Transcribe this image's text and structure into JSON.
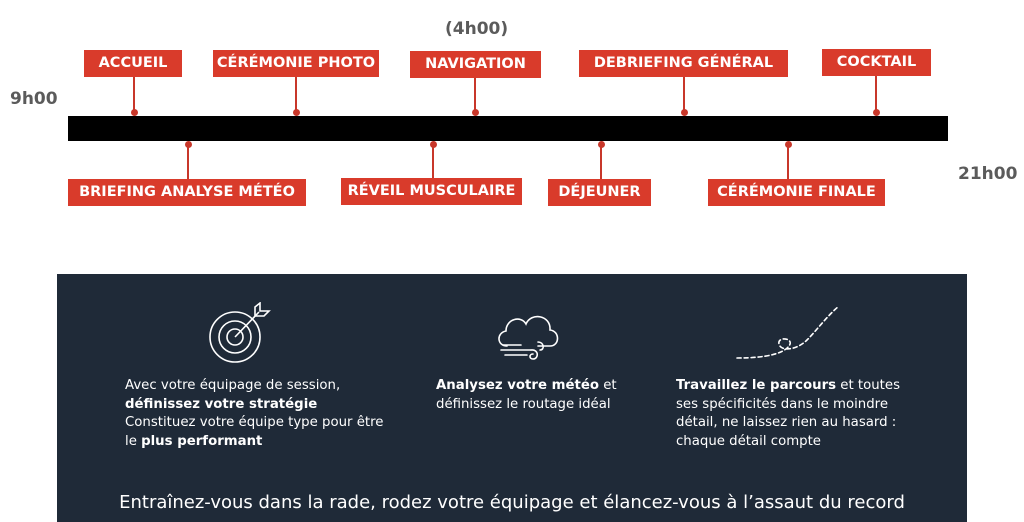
{
  "timeline": {
    "start": "9h00",
    "end": "21h00",
    "duration": "(4h00)",
    "top_labels": [
      "ACCUEIL",
      "CÉRÉMONIE PHOTO",
      "NAVIGATION",
      "DEBRIEFING GÉNÉRAL",
      "COCKTAIL"
    ],
    "bottom_labels": [
      "BRIEFING ANALYSE MÉTÉO",
      "RÉVEIL MUSCULAIRE",
      "DÉJEUNER",
      "CÉRÉMONIE FINALE"
    ]
  },
  "colors": {
    "accent": "#d93b2b",
    "bar": "#000000",
    "panel": "#1f2a38",
    "time_text": "#5b5b5b"
  },
  "features": [
    {
      "icon": "target-icon",
      "line1": "Avec votre équipage de session,",
      "bold1": "définissez votre stratégie",
      "line2": "Constituez votre équipe type pour être",
      "line3_prefix": "le ",
      "bold2": "plus performant"
    },
    {
      "icon": "cloud-wind-icon",
      "bold": "Analysez votre météo",
      "after_bold": " et",
      "line2": "définissez le routage idéal"
    },
    {
      "icon": "dashed-route-icon",
      "bold": "Travaillez le parcours",
      "after_bold": " et toutes",
      "line2": "ses spécificités dans le moindre",
      "line3": "détail, ne laissez rien au hasard :",
      "line4": "chaque détail compte"
    }
  ],
  "tagline": "Entraînez-vous dans la rade, rodez votre équipage et élancez-vous à l’assaut du record"
}
